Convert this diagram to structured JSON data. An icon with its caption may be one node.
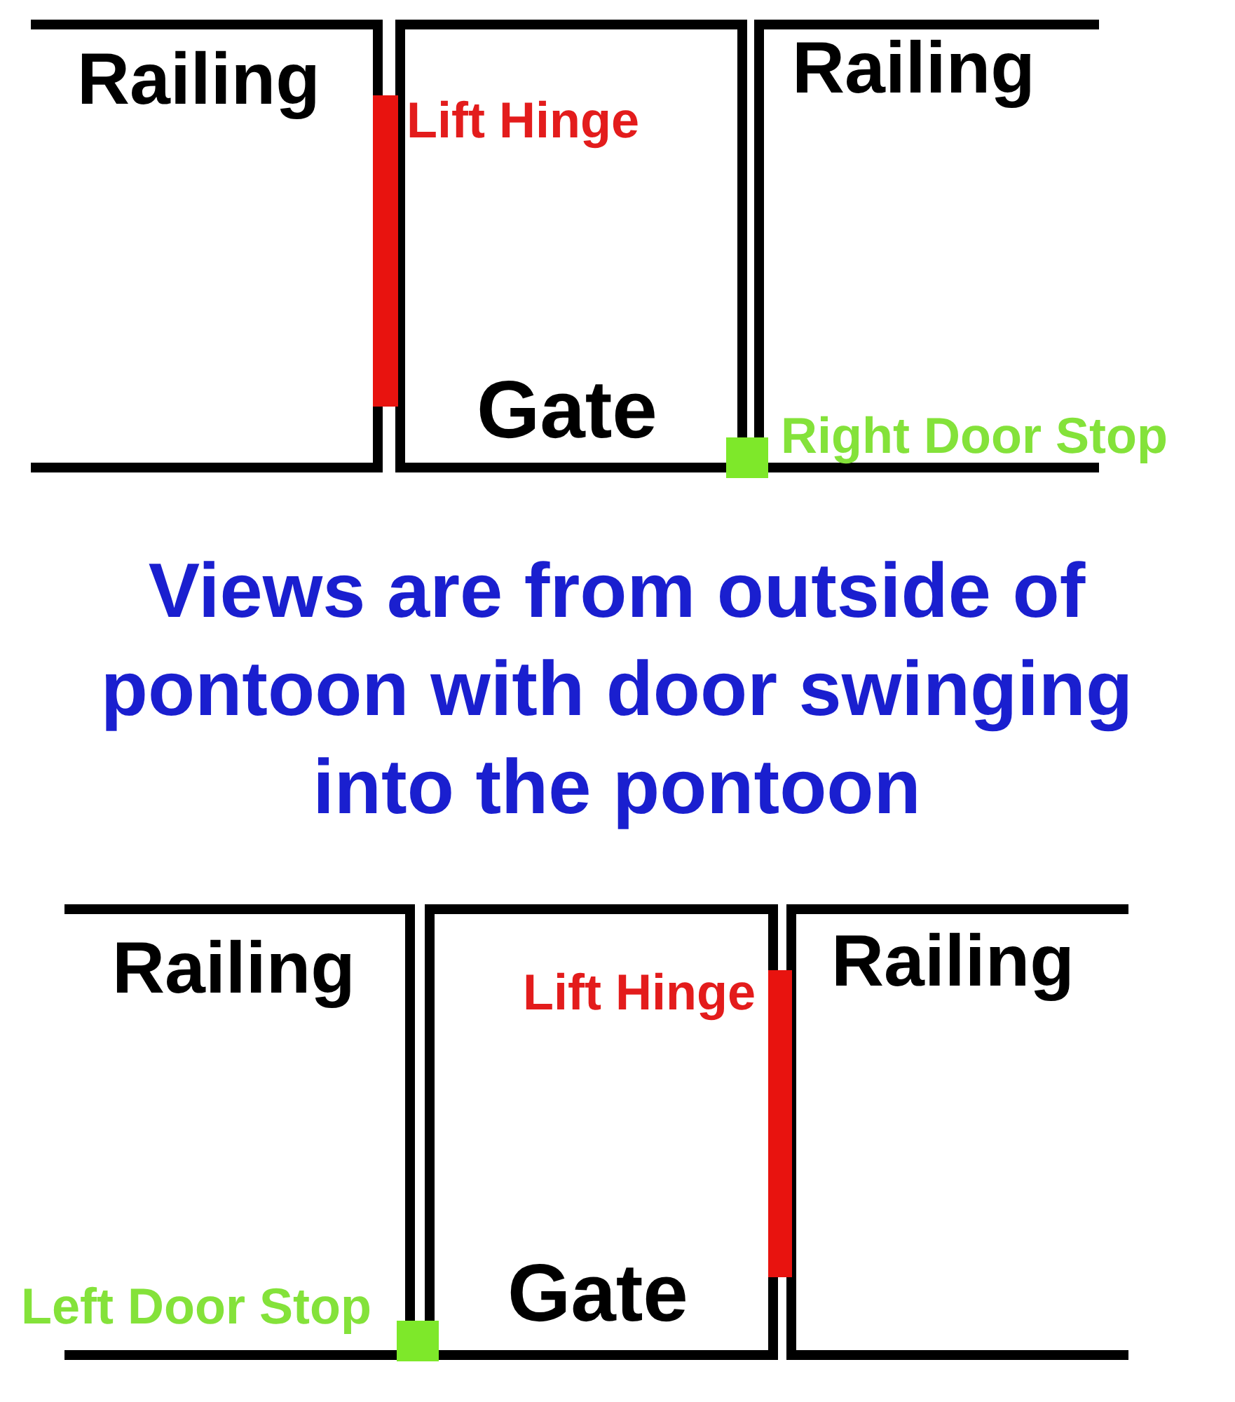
{
  "diagram": {
    "nodes": [
      {
        "text": [
          "Railing"
        ]
      },
      {
        "text": [],
        "shape": "bar"
      },
      {
        "text": [
          "Gate"
        ]
      },
      {
        "text": [
          "Railing"
        ]
      },
      {
        "text": [
          "Railing"
        ]
      },
      {
        "text": [
          "Gate"
        ]
      },
      {
        "text": [],
        "shape": "bar"
      },
      {
        "text": [
          "Railing"
        ]
      }
    ],
    "labels": [
      "Lift Hinge",
      "Right Door Stop",
      "Views are from outside of pontoon with door swinging into the pontoon",
      "Lift Hinge",
      "Left Door Stop"
    ]
  }
}
